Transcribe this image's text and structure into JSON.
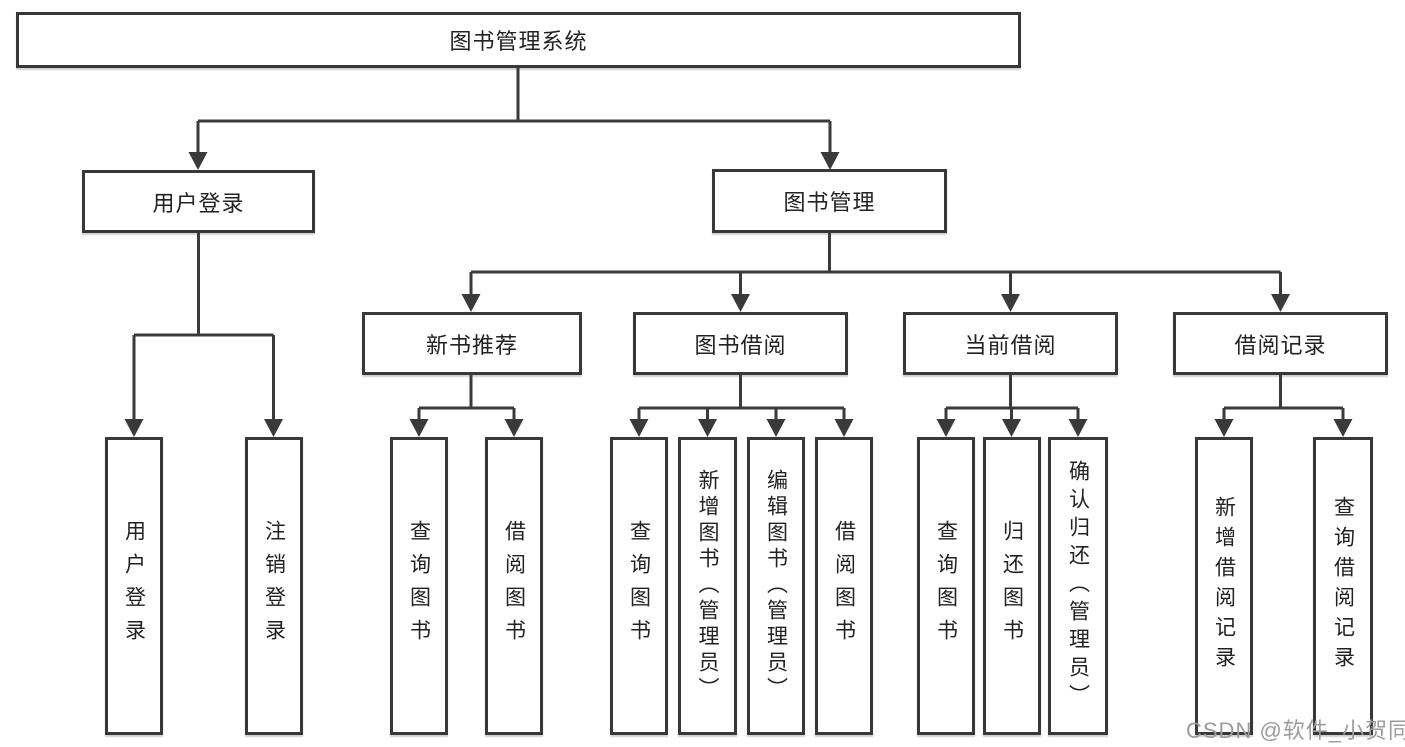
{
  "diagram": {
    "root": {
      "label": "图书管理系统"
    },
    "level2": [
      {
        "label": "用户登录"
      },
      {
        "label": "图书管理"
      }
    ],
    "level3": [
      {
        "label": "新书推荐"
      },
      {
        "label": "图书借阅"
      },
      {
        "label": "当前借阅"
      },
      {
        "label": "借阅记录"
      }
    ],
    "leaves": [
      {
        "label": "用户登录",
        "parent": "用户登录"
      },
      {
        "label": "注销登录",
        "parent": "用户登录"
      },
      {
        "label": "查询图书",
        "parent": "新书推荐"
      },
      {
        "label": "借阅图书",
        "parent": "新书推荐"
      },
      {
        "label": "查询图书",
        "parent": "图书借阅"
      },
      {
        "label": "新增图书（管理员）",
        "parent": "图书借阅"
      },
      {
        "label": "编辑图书（管理员）",
        "parent": "图书借阅"
      },
      {
        "label": "借阅图书",
        "parent": "图书借阅"
      },
      {
        "label": "查询图书",
        "parent": "当前借阅"
      },
      {
        "label": "归还图书",
        "parent": "当前借阅"
      },
      {
        "label": "确认归还（管理员）",
        "parent": "当前借阅"
      },
      {
        "label": "新增借阅记录",
        "parent": "借阅记录"
      },
      {
        "label": "查询借阅记录",
        "parent": "借阅记录"
      }
    ]
  },
  "watermark": {
    "text": "CSDN @软件_小贺同学",
    "color": "#9c9c9c"
  },
  "colors": {
    "line": "#3a3a3a",
    "box_border": "#383838",
    "background": "#ffffff",
    "text": "#222222"
  }
}
